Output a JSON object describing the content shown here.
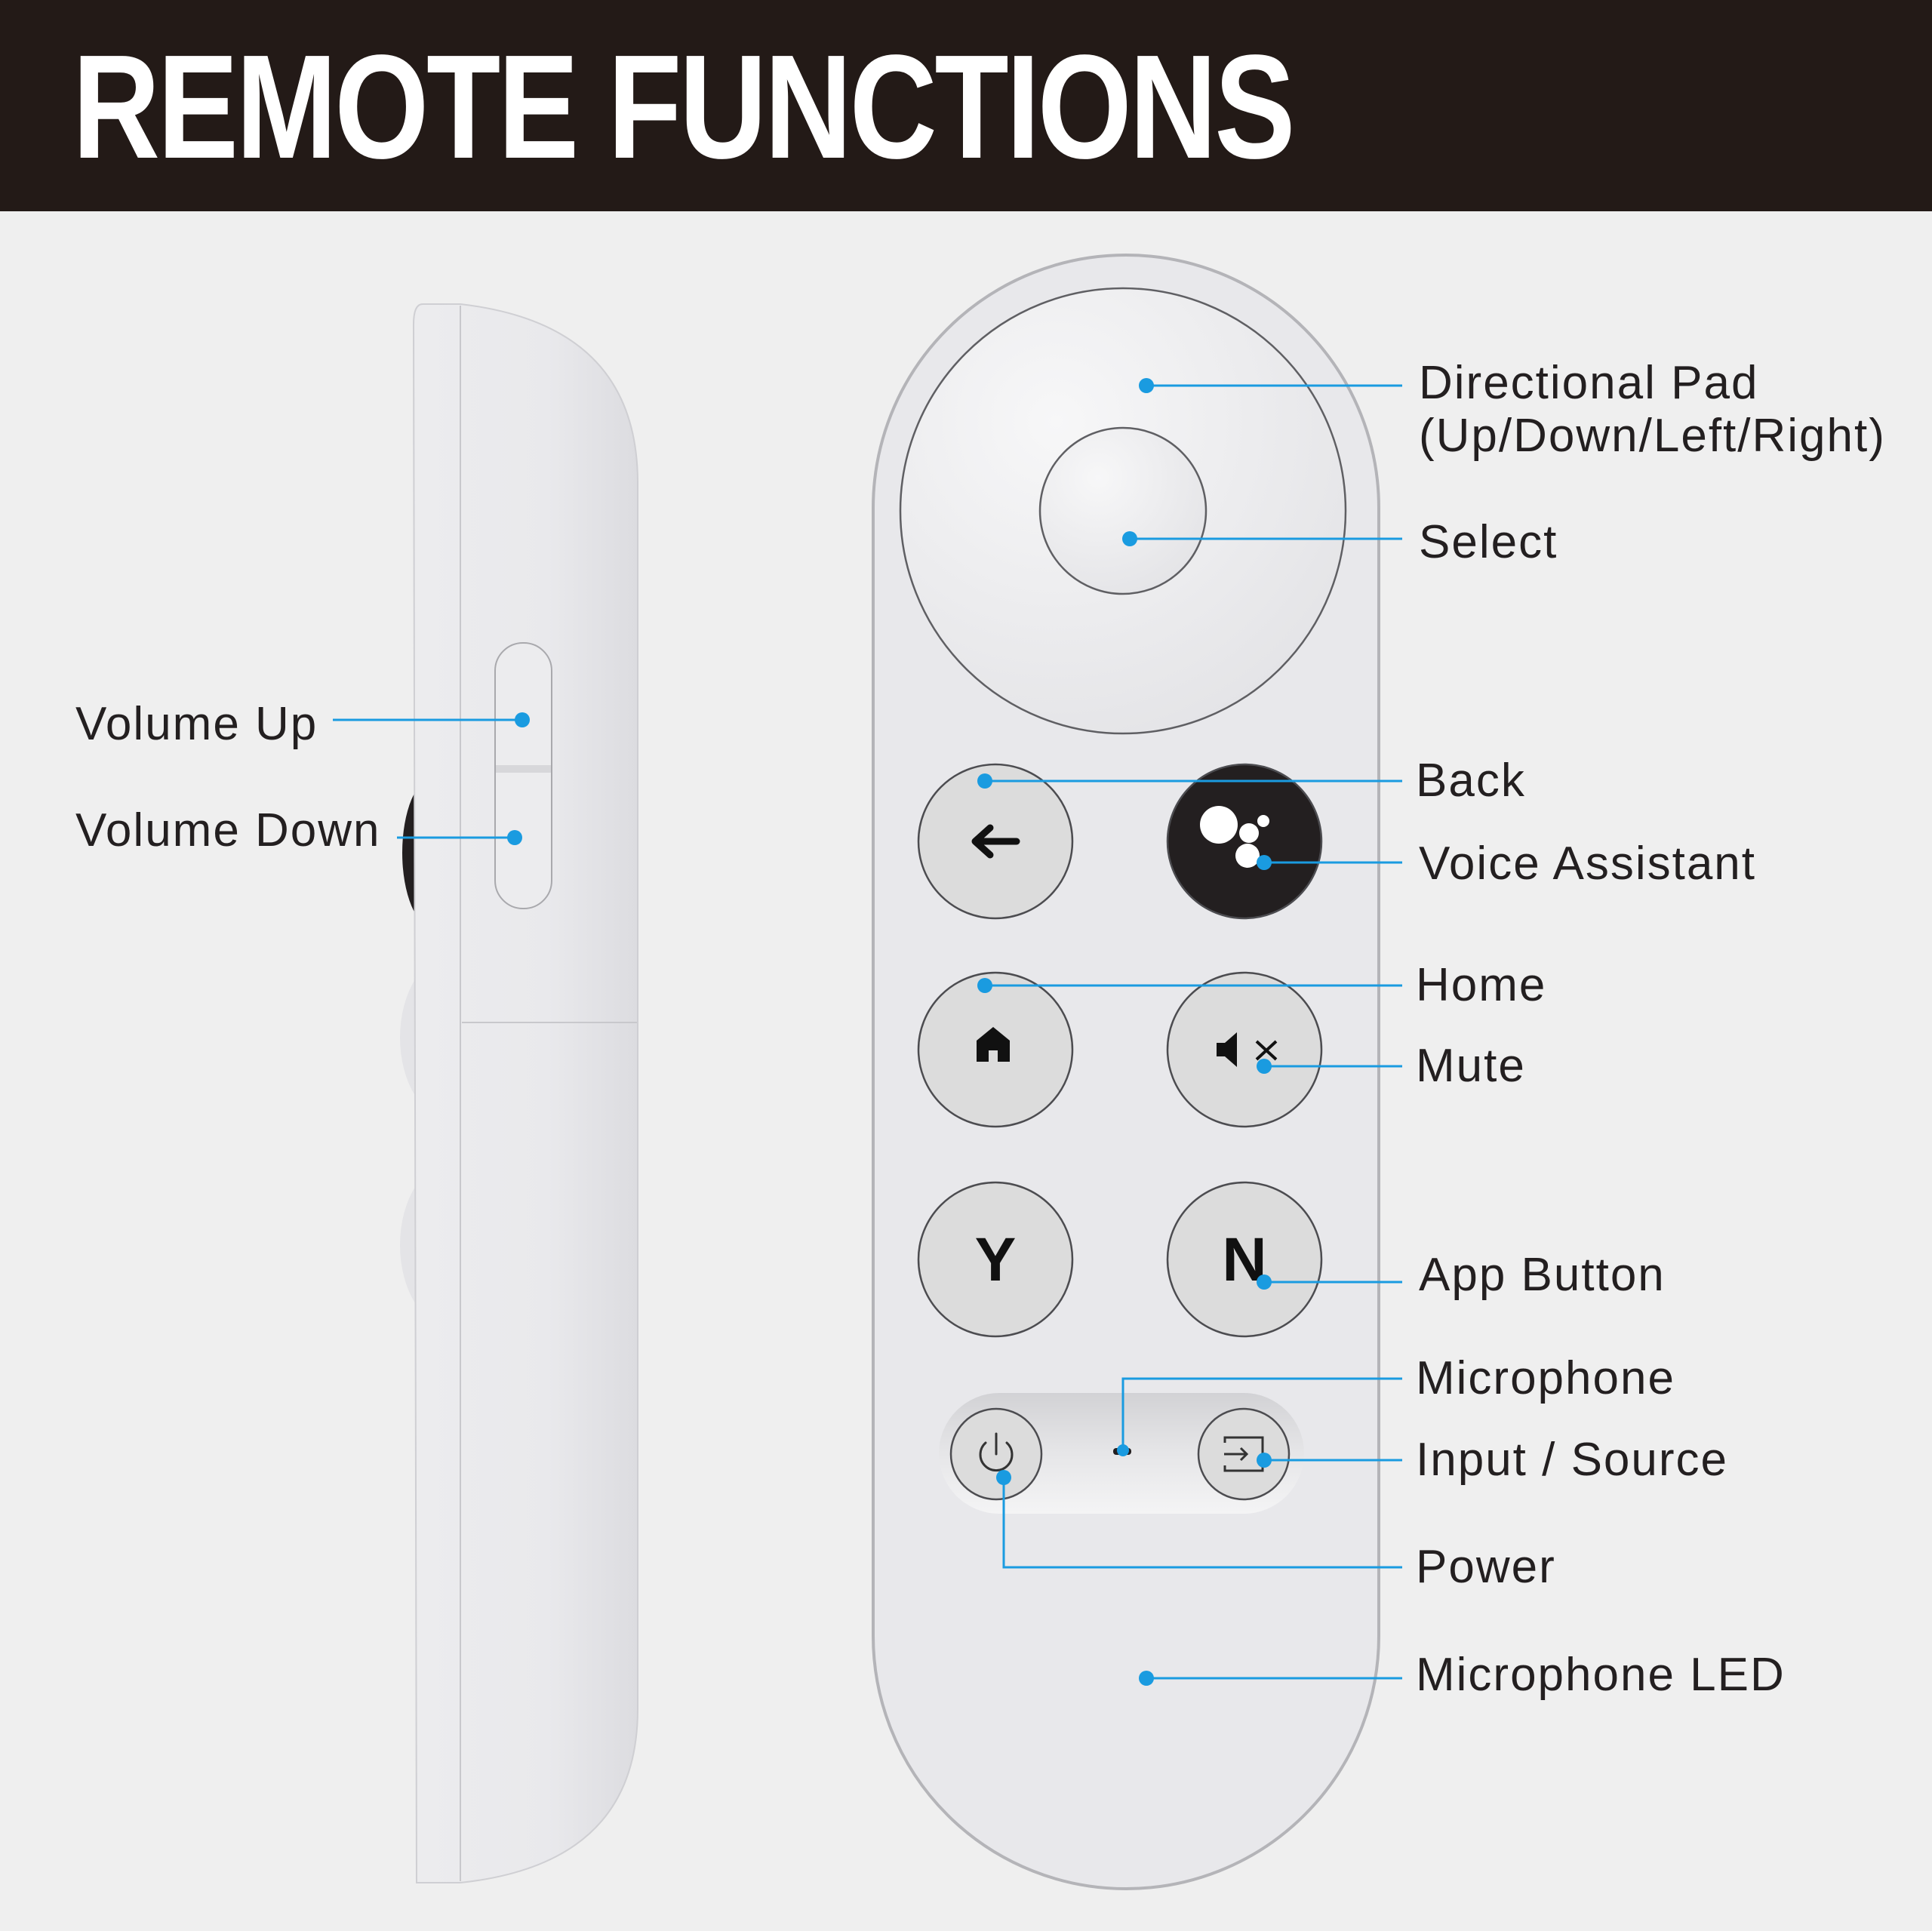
{
  "header": {
    "title": "REMOTE FUNCTIONS"
  },
  "colors": {
    "header_bg": "#231a17",
    "leader": "#1a9be0",
    "background": "#efefef",
    "voice_button": "#231f20"
  },
  "remote": {
    "buttons": {
      "y_letter": "Y",
      "n_letter": "N"
    }
  },
  "callouts": {
    "dpad_line1": "Directional Pad",
    "dpad_line2": "(Up/Down/Left/Right)",
    "select": "Select",
    "volume_up": "Volume Up",
    "volume_down": "Volume Down",
    "back": "Back",
    "voice_assistant": "Voice Assistant",
    "home": "Home",
    "mute": "Mute",
    "app_button": "App Button",
    "microphone": "Microphone",
    "input_source": "Input / Source",
    "power": "Power",
    "microphone_led": "Microphone LED"
  },
  "icons": {
    "back": "arrow-left-icon",
    "voice": "assistant-dots-icon",
    "home": "house-icon",
    "mute": "speaker-mute-icon",
    "power": "power-icon",
    "input": "input-source-icon"
  }
}
